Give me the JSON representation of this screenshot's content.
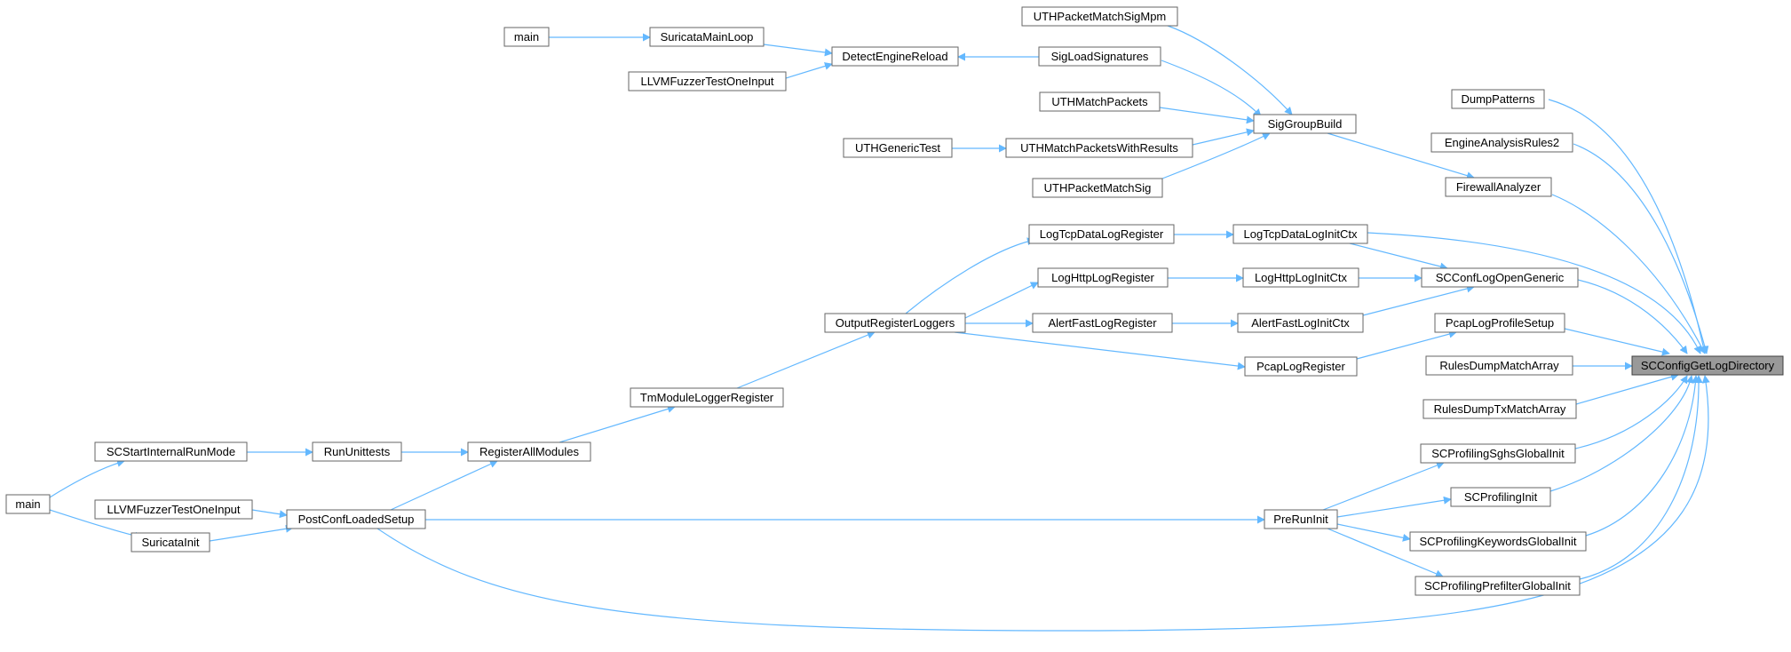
{
  "colors": {
    "edge": "#63b8ff",
    "node_border": "#666666",
    "node_fill": "#ffffff",
    "root_fill": "#999999",
    "root_border": "#404040"
  },
  "nodes": [
    {
      "id": "root",
      "label": "SCConfigGetLogDirectory",
      "is_root": true
    },
    {
      "id": "dumppatterns",
      "label": "DumpPatterns"
    },
    {
      "id": "engineanalysis",
      "label": "EngineAnalysisRules2"
    },
    {
      "id": "firewall",
      "label": "FirewallAnalyzer"
    },
    {
      "id": "sigload",
      "label": "SigLoadSignatures"
    },
    {
      "id": "utsigmpm",
      "label": "UTHPacketMatchSigMpm"
    },
    {
      "id": "main1",
      "label": "main"
    },
    {
      "id": "suricatamainloop",
      "label": "SuricataMainLoop"
    },
    {
      "id": "detectreload",
      "label": "DetectEngineReload"
    },
    {
      "id": "llvm1",
      "label": "LLVMFuzzerTestOneInput"
    },
    {
      "id": "uthmatchpackets",
      "label": "UTHMatchPackets"
    },
    {
      "id": "siggroupbuild",
      "label": "SigGroupBuild"
    },
    {
      "id": "uthgeneric",
      "label": "UTHGenericTest"
    },
    {
      "id": "uthmatchresults",
      "label": "UTHMatchPacketsWithResults"
    },
    {
      "id": "uthpacketmatchsig",
      "label": "UTHPacketMatchSig"
    },
    {
      "id": "logtcpreg",
      "label": "LogTcpDataLogRegister"
    },
    {
      "id": "logtcpctx",
      "label": "LogTcpDataLogInitCtx"
    },
    {
      "id": "logopengeneric",
      "label": "SCConfLogOpenGeneric"
    },
    {
      "id": "loghttpreg",
      "label": "LogHttpLogRegister"
    },
    {
      "id": "loghttpctx",
      "label": "LogHttpLogInitCtx"
    },
    {
      "id": "outputloggers",
      "label": "OutputRegisterLoggers"
    },
    {
      "id": "alertfastreg",
      "label": "AlertFastLogRegister"
    },
    {
      "id": "alertfastctx",
      "label": "AlertFastLogInitCtx"
    },
    {
      "id": "pcapsetup",
      "label": "PcapLogProfileSetup"
    },
    {
      "id": "pcapreg",
      "label": "PcapLogRegister"
    },
    {
      "id": "rulesdumpmatch",
      "label": "RulesDumpMatchArray"
    },
    {
      "id": "rulesdumptx",
      "label": "RulesDumpTxMatchArray"
    },
    {
      "id": "tmmodulelogger",
      "label": "TmModuleLoggerRegister"
    },
    {
      "id": "scstartinternal",
      "label": "SCStartInternalRunMode"
    },
    {
      "id": "rununittests",
      "label": "RunUnittests"
    },
    {
      "id": "registerall",
      "label": "RegisterAllModules"
    },
    {
      "id": "sghsglobal",
      "label": "SCProfilingSghsGlobalInit"
    },
    {
      "id": "main2",
      "label": "main"
    },
    {
      "id": "llvm2",
      "label": "LLVMFuzzerTestOneInput"
    },
    {
      "id": "profilinginit",
      "label": "SCProfilingInit"
    },
    {
      "id": "postconf",
      "label": "PostConfLoadedSetup"
    },
    {
      "id": "prerun",
      "label": "PreRunInit"
    },
    {
      "id": "suricatainit",
      "label": "SuricataInit"
    },
    {
      "id": "keywordsglobal",
      "label": "SCProfilingKeywordsGlobalInit"
    },
    {
      "id": "prefilterglobal",
      "label": "SCProfilingPrefilterGlobalInit"
    }
  ]
}
